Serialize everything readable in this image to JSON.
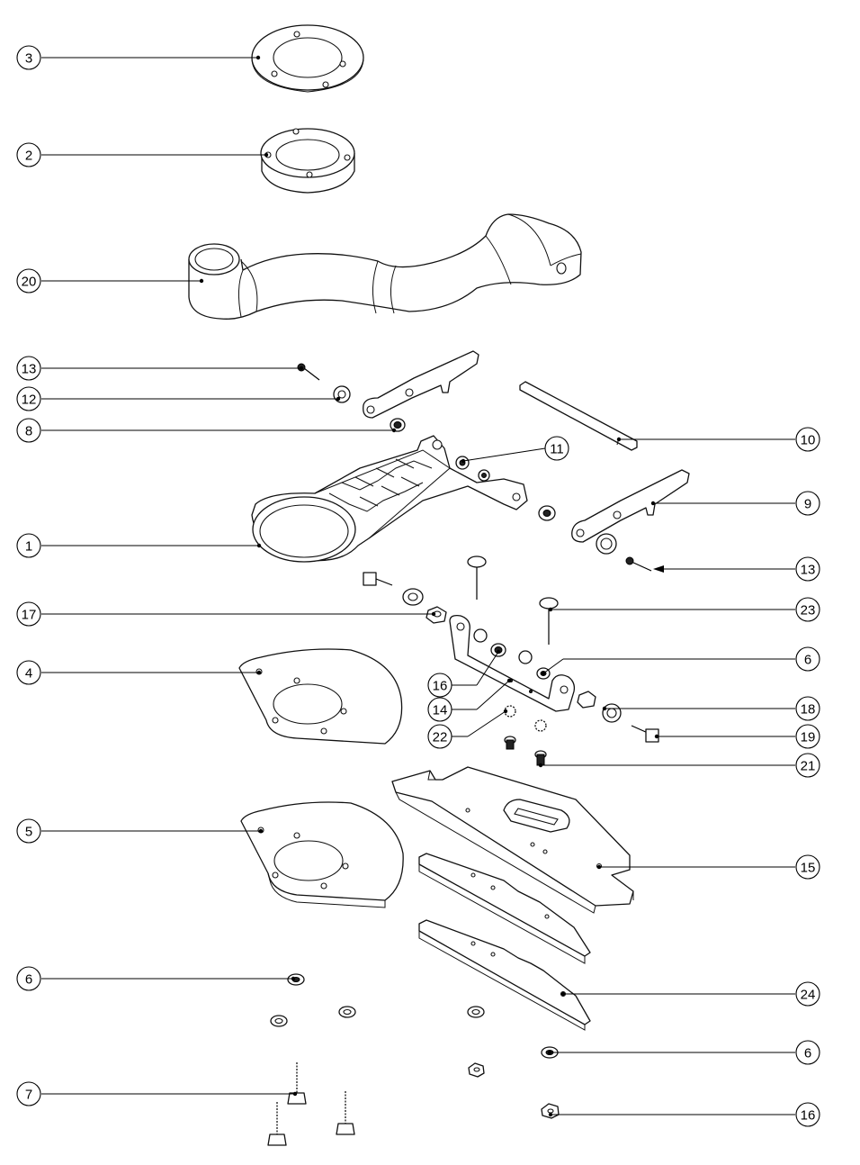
{
  "callouts": [
    {
      "id": "c3",
      "label": "3"
    },
    {
      "id": "c2",
      "label": "2"
    },
    {
      "id": "c20",
      "label": "20"
    },
    {
      "id": "c13a",
      "label": "13"
    },
    {
      "id": "c12",
      "label": "12"
    },
    {
      "id": "c8",
      "label": "8"
    },
    {
      "id": "c11",
      "label": "11"
    },
    {
      "id": "c10",
      "label": "10"
    },
    {
      "id": "c9",
      "label": "9"
    },
    {
      "id": "c1",
      "label": "1"
    },
    {
      "id": "c13b",
      "label": "13"
    },
    {
      "id": "c23",
      "label": "23"
    },
    {
      "id": "c17",
      "label": "17"
    },
    {
      "id": "c6a",
      "label": "6"
    },
    {
      "id": "c4",
      "label": "4"
    },
    {
      "id": "c16a",
      "label": "16"
    },
    {
      "id": "c18",
      "label": "18"
    },
    {
      "id": "c14",
      "label": "14"
    },
    {
      "id": "c19",
      "label": "19"
    },
    {
      "id": "c22",
      "label": "22"
    },
    {
      "id": "c21",
      "label": "21"
    },
    {
      "id": "c5",
      "label": "5"
    },
    {
      "id": "c15",
      "label": "15"
    },
    {
      "id": "c6b",
      "label": "6"
    },
    {
      "id": "c24",
      "label": "24"
    },
    {
      "id": "c6c",
      "label": "6"
    },
    {
      "id": "c7",
      "label": "7"
    },
    {
      "id": "c16b",
      "label": "16"
    }
  ]
}
